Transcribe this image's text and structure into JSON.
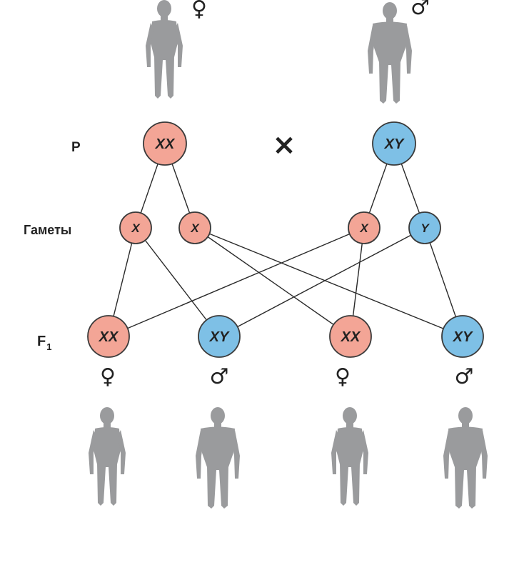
{
  "colors": {
    "female": "#f3a596",
    "male": "#7ec0e6",
    "outline": "#3a3a3a",
    "silhouette": "#9a9b9d"
  },
  "rows": {
    "parents": "P",
    "gametes": "Гаметы",
    "f1_main": "F",
    "f1_sub": "1"
  },
  "cross_symbol": "×",
  "parents": [
    {
      "id": "p-female",
      "genotype": "XX",
      "sex": "female",
      "symbol": "♀"
    },
    {
      "id": "p-male",
      "genotype": "XY",
      "sex": "male",
      "symbol": "♂"
    }
  ],
  "gametes": [
    {
      "id": "g1",
      "label": "X",
      "from": "p-female",
      "sex": "female"
    },
    {
      "id": "g2",
      "label": "X",
      "from": "p-female",
      "sex": "female"
    },
    {
      "id": "g3",
      "label": "X",
      "from": "p-male",
      "sex": "female"
    },
    {
      "id": "g4",
      "label": "Y",
      "from": "p-male",
      "sex": "male"
    }
  ],
  "offspring": [
    {
      "id": "o1",
      "genotype": "XX",
      "sex": "female",
      "symbol": "♀"
    },
    {
      "id": "o2",
      "genotype": "XY",
      "sex": "male",
      "symbol": "♂"
    },
    {
      "id": "o3",
      "genotype": "XX",
      "sex": "female",
      "symbol": "♀"
    },
    {
      "id": "o4",
      "genotype": "XY",
      "sex": "male",
      "symbol": "♂"
    }
  ],
  "fertilization": [
    {
      "from": "g1",
      "to": "o1"
    },
    {
      "from": "g1",
      "to": "o2"
    },
    {
      "from": "g2",
      "to": "o3"
    },
    {
      "from": "g2",
      "to": "o4"
    },
    {
      "from": "g3",
      "to": "o1"
    },
    {
      "from": "g3",
      "to": "o3"
    },
    {
      "from": "g4",
      "to": "o2"
    },
    {
      "from": "g4",
      "to": "o4"
    }
  ]
}
